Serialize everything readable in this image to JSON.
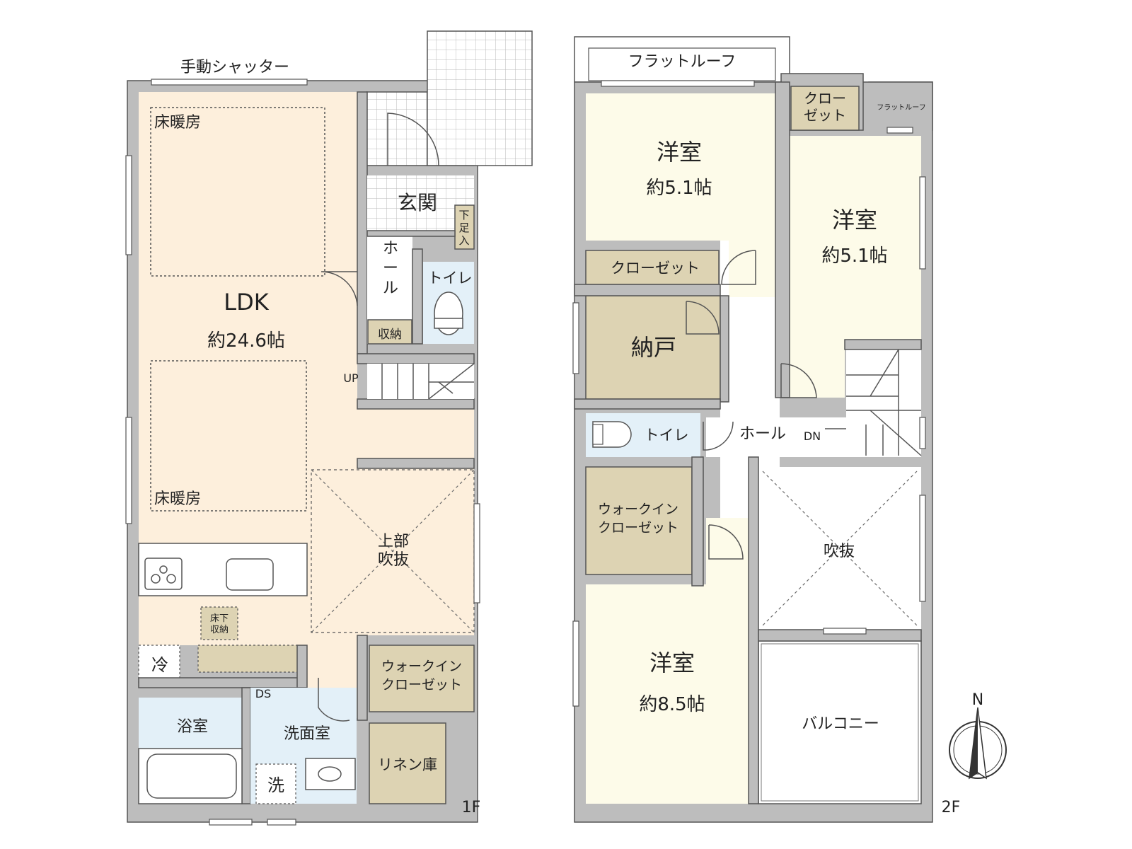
{
  "floor1": {
    "floor_label": "1F",
    "shutter": "手動シャッター",
    "floor_heat_1": "床暖房",
    "floor_heat_2": "床暖房",
    "ldk_name": "LDK",
    "ldk_size": "約24.6帖",
    "entrance": "玄関",
    "shoe_box": [
      "下",
      "足",
      "入"
    ],
    "hall": [
      "ホ",
      "ー",
      "ル"
    ],
    "storage": "収納",
    "toilet": "トイレ",
    "up": "UP",
    "void_above": [
      "上部",
      "吹抜"
    ],
    "underfloor": [
      "床下",
      "収納"
    ],
    "fridge": "冷",
    "wic": [
      "ウォークイン",
      "クローゼット"
    ],
    "ds": "DS",
    "bath": "浴室",
    "washroom": "洗面室",
    "washer": "洗",
    "linen": "リネン庫"
  },
  "floor2": {
    "floor_label": "2F",
    "flat_roof_main": "フラットルーフ",
    "flat_roof_small": "フラットルーフ",
    "closet_small": [
      "クロー",
      "ゼット"
    ],
    "room_a_name": "洋室",
    "room_a_size": "約5.1帖",
    "room_b_name": "洋室",
    "room_b_size": "約5.1帖",
    "closet": "クローゼット",
    "nando": "納戸",
    "toilet": "トイレ",
    "hall": "ホール",
    "dn": "DN",
    "wic": [
      "ウォークイン",
      "クローゼット"
    ],
    "void": "吹抜",
    "room_c_name": "洋室",
    "room_c_size": "約8.5帖",
    "balcony": "バルコニー"
  },
  "compass": {
    "north": "N"
  }
}
